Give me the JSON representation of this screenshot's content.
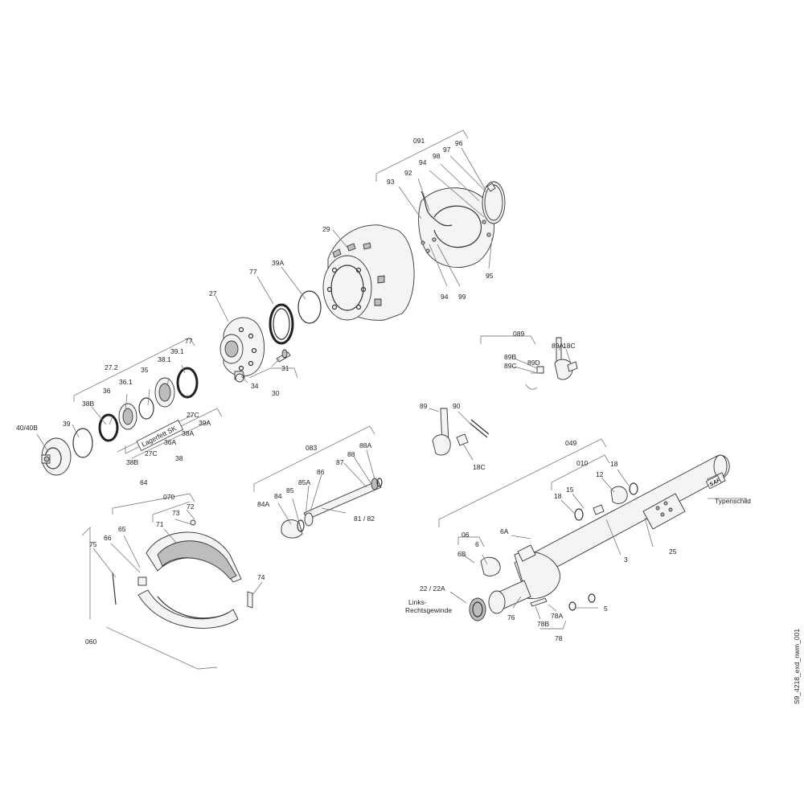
{
  "drawing_id": "S9_4218_exd_nwm_001",
  "brand": "SAF",
  "labels": {
    "l091": "091",
    "l96": "96",
    "l97": "97",
    "l98": "98",
    "l94a": "94",
    "l92": "92",
    "l93": "93",
    "l29": "29",
    "l94b": "94",
    "l99": "99",
    "l95": "95",
    "l77a": "77",
    "l39A_a": "39A",
    "l27": "27",
    "l77b": "77",
    "l39_1": "39.1",
    "l27_2": "27.2",
    "l38_1": "38.1",
    "l35": "35",
    "l36": "36",
    "l36_1": "36.1",
    "l38B_a": "38B",
    "l31": "31",
    "l34": "34",
    "l30": "30",
    "l40_40B": "40/40B",
    "l39": "39",
    "l27C_a": "27C",
    "l39A_b": "39A",
    "l38A": "38A",
    "l36A": "36A",
    "l27C_b": "27C",
    "l38": "38",
    "l38B_b": "38B",
    "l089": "089",
    "l89A": "89A",
    "l18C_a": "18C",
    "l89B": "89B",
    "l89C": "89C",
    "l89D": "89D",
    "l89": "89",
    "l90": "90",
    "l18C_b": "18C",
    "l083": "083",
    "l88A": "88A",
    "l88": "88",
    "l87": "87",
    "l86": "86",
    "l85A": "85A",
    "l85": "85",
    "l84": "84",
    "l84A": "84A",
    "l81_82": "81 / 82",
    "l049": "049",
    "l010": "010",
    "l18a": "18",
    "l12": "12",
    "l15": "15",
    "l18b": "18",
    "l3": "3",
    "l25": "25",
    "l6A": "6A",
    "l06": "06",
    "l6": "6",
    "l6B": "6B",
    "l22_22A": "22 / 22A",
    "l76": "76",
    "l78B": "78B",
    "l78A": "78A",
    "l78": "78",
    "l5": "5",
    "l64": "64",
    "l070": "070",
    "l73": "73",
    "l72": "72",
    "l71": "71",
    "l65": "65",
    "l66": "66",
    "l75": "75",
    "l74": "74",
    "l060": "060"
  },
  "callouts": {
    "lagerfett": "Lagerfett SK",
    "typenschild": "Typenschild",
    "thread_line1": "Links-",
    "thread_line2": "Rechtsgewinde"
  },
  "colors": {
    "line": "#333333",
    "fill": "#f4f4f4",
    "leader": "#777777"
  }
}
